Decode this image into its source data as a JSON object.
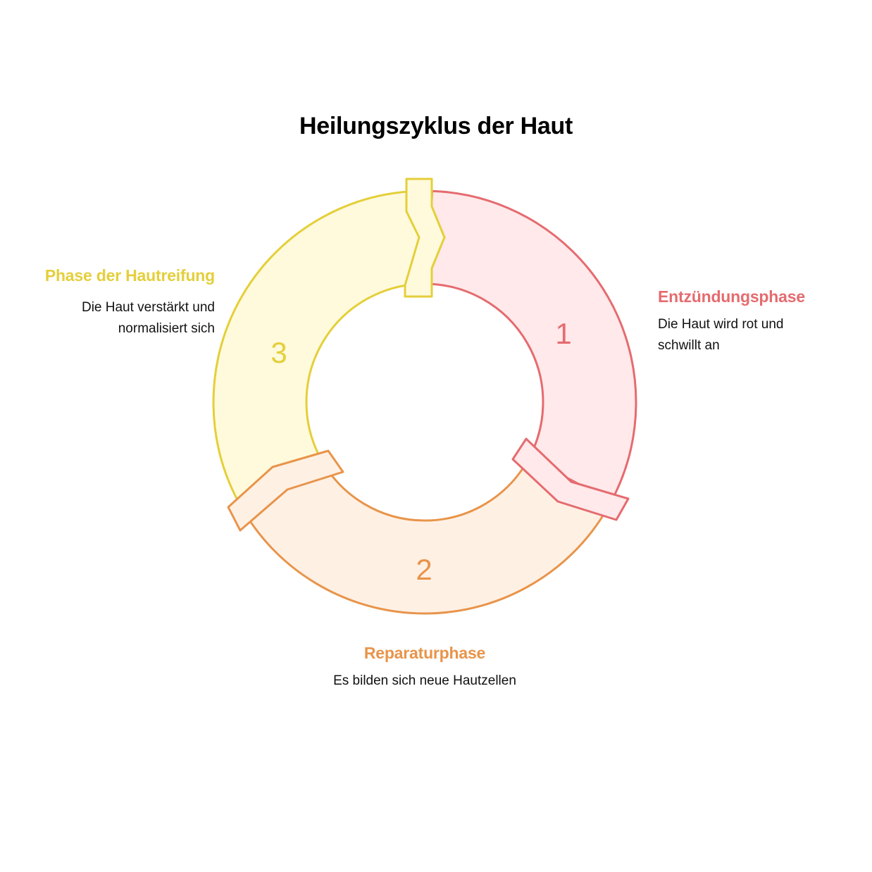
{
  "title": "Heilungszyklus der Haut",
  "colors": {
    "phase1_stroke": "#e56b6f",
    "phase1_fill": "#ffe9ea",
    "phase2_stroke": "#e8944a",
    "phase2_fill": "#fff0e4",
    "phase3_stroke": "#e4cf3a",
    "phase3_fill": "#fffadc"
  },
  "phases": [
    {
      "number": "1",
      "label": "Entzündungsphase",
      "description": "Die Haut wird rot und schwillt an",
      "color": "#e56b6f"
    },
    {
      "number": "2",
      "label": "Reparaturphase",
      "description": "Es bilden sich neue Hautzellen",
      "color": "#e8944a"
    },
    {
      "number": "3",
      "label": "Phase der Hautreifung",
      "description": "Die Haut verstärkt und normalisiert sich",
      "color": "#e4cf3a"
    }
  ]
}
